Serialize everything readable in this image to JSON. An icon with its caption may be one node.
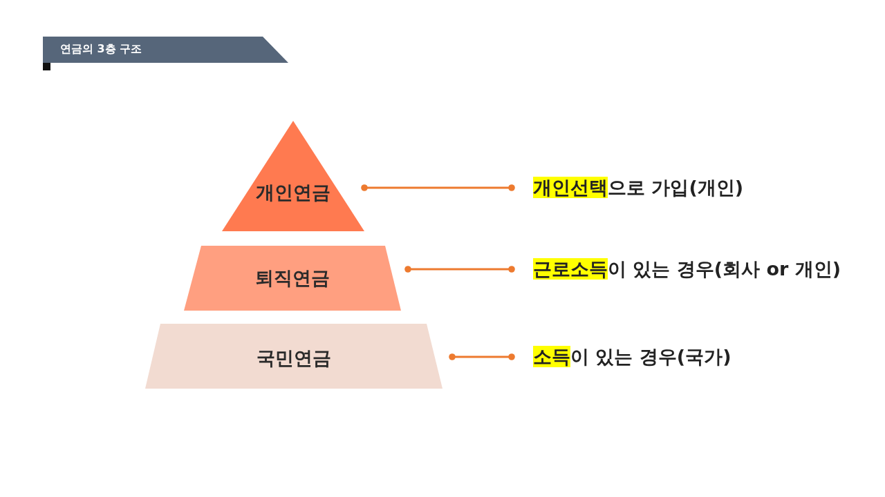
{
  "diagram": {
    "title": "연금의 3층 구조",
    "nodes": [
      {
        "text": [
          "개인연금"
        ]
      },
      {
        "text": [
          "퇴직연금"
        ]
      },
      {
        "text": [
          "국민연금"
        ]
      },
      {
        "text": [
          "**개인선택**으로 가입(개인)"
        ]
      },
      {
        "text": [
          "**근로소득**이 있는 경우(회사 or 개인)"
        ]
      },
      {
        "text": [
          "**소득**이 있는 경우(국가)"
        ]
      }
    ],
    "edges": [
      {
        "from": 0,
        "to": 3,
        "arrow": "other"
      },
      {
        "from": 1,
        "to": 4,
        "arrow": "other"
      },
      {
        "from": 2,
        "to": 5,
        "arrow": "other"
      }
    ]
  }
}
